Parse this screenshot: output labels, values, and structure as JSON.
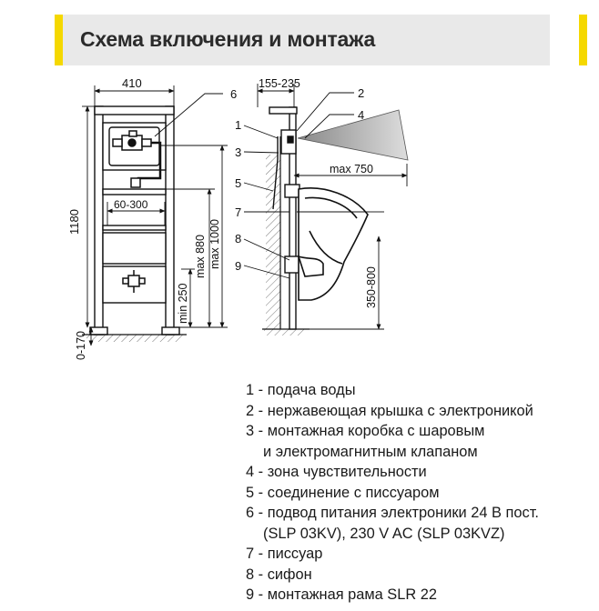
{
  "header": {
    "title": "Схема включения и монтажа",
    "accent_color": "#f5d800",
    "band_color": "#e9e9e9"
  },
  "front_view": {
    "width_label": "410",
    "height_label": "1180",
    "box_label": "60-300",
    "max880_label": "max 880",
    "max1000_label": "max 1000",
    "min250_label": "min 250",
    "floor_label": "0-170"
  },
  "side_view": {
    "depth_label": "155-235",
    "range_label": "max 750",
    "height_label": "350-800",
    "callouts": [
      "1",
      "2",
      "3",
      "4",
      "5",
      "6",
      "7",
      "8",
      "9"
    ]
  },
  "legend": [
    {
      "num": "1",
      "text": "подача воды"
    },
    {
      "num": "2",
      "text": "нержавеющая крышка с электроникой"
    },
    {
      "num": "3",
      "text": "монтажная коробка с шаровым",
      "cont": "и электромагнитным клапаном"
    },
    {
      "num": "4",
      "text": "зона чувствительности"
    },
    {
      "num": "5",
      "text": "соединение с писсуаром"
    },
    {
      "num": "6",
      "text": "подвод питания электроники 24 В пост.",
      "cont": "(SLP 03KV), 230 V AC (SLP 03KVZ)"
    },
    {
      "num": "7",
      "text": "писсуар"
    },
    {
      "num": "8",
      "text": "сифон"
    },
    {
      "num": "9",
      "text": "монтажная рама SLR 22"
    }
  ]
}
